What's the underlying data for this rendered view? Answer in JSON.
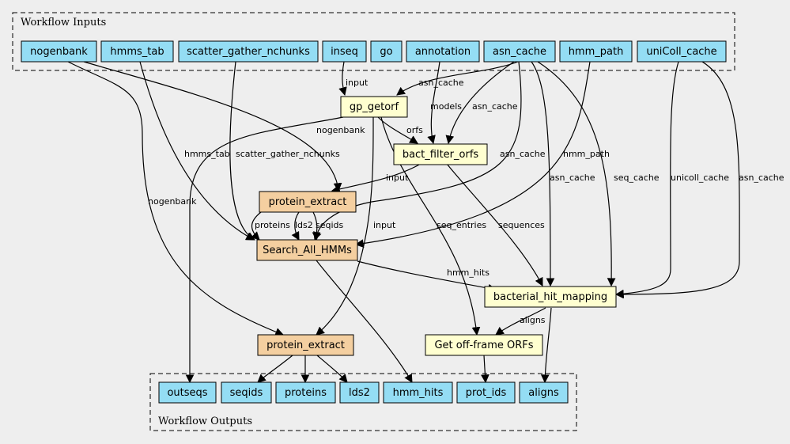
{
  "clusters": {
    "inputs": "Workflow Inputs",
    "outputs": "Workflow Outputs"
  },
  "colors": {
    "io": "#94ddf4",
    "tool": "#ffffd0",
    "subworkflow": "#f4cfa0",
    "background": "#eeeeee"
  },
  "nodes": {
    "in_nogenbank": "nogenbank",
    "in_hmms_tab": "hmms_tab",
    "in_scatter": "scatter_gather_nchunks",
    "in_inseq": "inseq",
    "in_go": "go",
    "in_annotation": "annotation",
    "in_asn_cache": "asn_cache",
    "in_hmm_path": "hmm_path",
    "in_unicoll": "uniColl_cache",
    "gp_getorf": "gp_getorf",
    "bact_filter": "bact_filter_orfs",
    "protein_extract1": "protein_extract",
    "search_hmms": "Search_All_HMMs",
    "bact_hit_map": "bacterial_hit_mapping",
    "offframe": "Get off-frame ORFs",
    "protein_extract2": "protein_extract",
    "out_outseqs": "outseqs",
    "out_seqids": "seqids",
    "out_proteins": "proteins",
    "out_lds2": "lds2",
    "out_hmm_hits": "hmm_hits",
    "out_prot_ids": "prot_ids",
    "out_aligns": "aligns"
  },
  "edge_labels": {
    "inseq_input": "input",
    "asn_cache_getorf": "asn_cache",
    "annotation_models": "models",
    "asn_cache_filter": "asn_cache",
    "getorf_orfs": "orfs",
    "nogenbank_pe1": "nogenbank",
    "hmms_tab": "hmms_tab",
    "scatter": "scatter_gather_nchunks",
    "asn_cache_search": "asn_cache",
    "hmm_path": "hmm_path",
    "asn_cache_map": "asn_cache",
    "seq_cache": "seq_cache",
    "unicoll_cache": "unicoll_cache",
    "asn_cache_unicoll": "asn_cache",
    "filter_input": "input",
    "nogenbank_pe2": "nogenbank",
    "proteins": "proteins",
    "lds2": "lds2",
    "seqids": "seqids",
    "getorf_input": "input",
    "seq_entries": "seq_entries",
    "sequences": "sequences",
    "hmm_hits": "hmm_hits",
    "aligns": "aligns"
  }
}
